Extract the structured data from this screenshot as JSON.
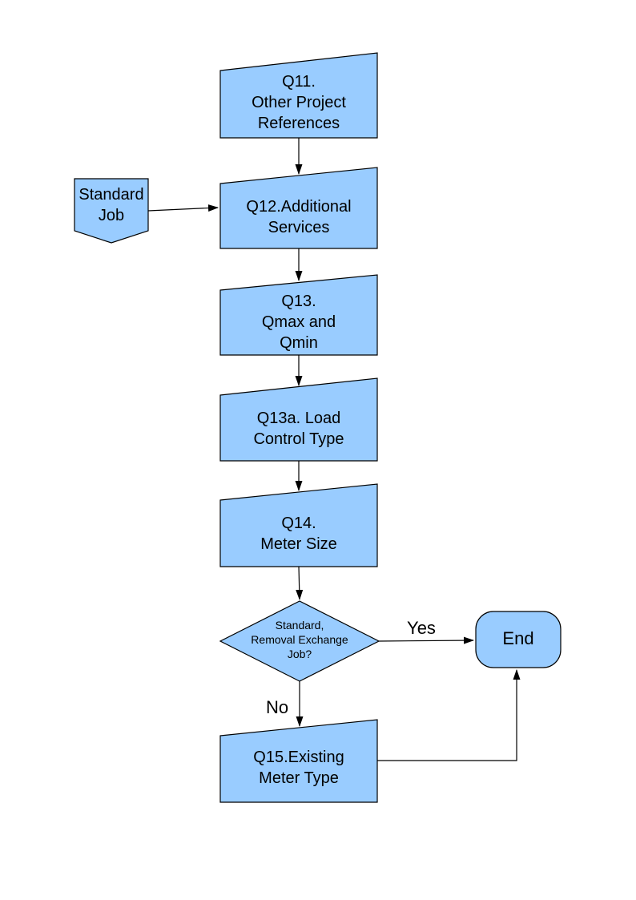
{
  "page": {
    "background": "#FFFFFF"
  },
  "colors": {
    "node_fill": "#99CCFF",
    "node_stroke": "#000000",
    "connector": "#000000",
    "text": "#000000"
  },
  "nodes": {
    "q11": {
      "type": "card",
      "label": "Q11.\nOther Project\nReferences"
    },
    "standard_job": {
      "type": "off-page-connector",
      "label": "Standard\nJob"
    },
    "q12": {
      "type": "card",
      "label": "Q12.Additional\nServices"
    },
    "q13": {
      "type": "card",
      "label": "Q13.\nQmax and\nQmin"
    },
    "q13a": {
      "type": "card",
      "label": "Q13a. Load\nControl Type"
    },
    "q14": {
      "type": "card",
      "label": "Q14.\nMeter Size"
    },
    "decision": {
      "type": "decision",
      "label": "Standard,\nRemoval Exchange\nJob?"
    },
    "end": {
      "type": "terminator",
      "label": "End"
    },
    "q15": {
      "type": "card",
      "label": "Q15.Existing\nMeter Type"
    }
  },
  "edges": {
    "yes_label": "Yes",
    "no_label": "No"
  }
}
